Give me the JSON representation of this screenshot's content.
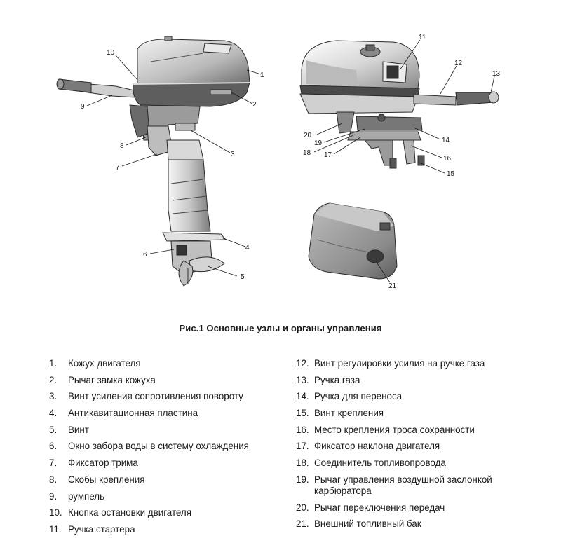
{
  "caption": "Рис.1 Основные узлы и органы управления",
  "callouts": [
    "1",
    "2",
    "3",
    "4",
    "5",
    "6",
    "7",
    "8",
    "9",
    "10",
    "11",
    "12",
    "13",
    "14",
    "15",
    "16",
    "17",
    "18",
    "19",
    "20",
    "21"
  ],
  "legend_left": [
    {
      "num": "1.",
      "text": "Кожух двигателя"
    },
    {
      "num": "2.",
      "text": "Рычаг замка кожуха"
    },
    {
      "num": "3.",
      "text": "Винт усиления сопротивления повороту"
    },
    {
      "num": "4.",
      "text": "Антикавитационная пластина"
    },
    {
      "num": "5.",
      "text": "Винт"
    },
    {
      "num": "6.",
      "text": "Окно забора воды в систему охлаждения"
    },
    {
      "num": "7.",
      "text": "Фиксатор трима"
    },
    {
      "num": "8.",
      "text": "Скобы крепления"
    },
    {
      "num": "9.",
      "text": "румпель"
    },
    {
      "num": "10.",
      "text": "Кнопка остановки двигателя"
    },
    {
      "num": "11.",
      "text": "Ручка стартера"
    }
  ],
  "legend_right": [
    {
      "num": "12.",
      "text": "Винт регулировки усилия на ручке газа"
    },
    {
      "num": "13.",
      "text": "Ручка газа"
    },
    {
      "num": "14.",
      "text": "Ручка для переноса"
    },
    {
      "num": "15.",
      "text": "Винт крепления"
    },
    {
      "num": "16.",
      "text": "Место крепления троса сохранности"
    },
    {
      "num": "17.",
      "text": "Фиксатор наклона двигателя"
    },
    {
      "num": "18.",
      "text": "Соединитель топливопровода"
    },
    {
      "num": "19.",
      "text": "Рычаг управления воздушной заслонкой карбюратора"
    },
    {
      "num": "20.",
      "text": "Рычаг переключения передач"
    },
    {
      "num": "21.",
      "text": "Внешний топливный бак"
    }
  ]
}
